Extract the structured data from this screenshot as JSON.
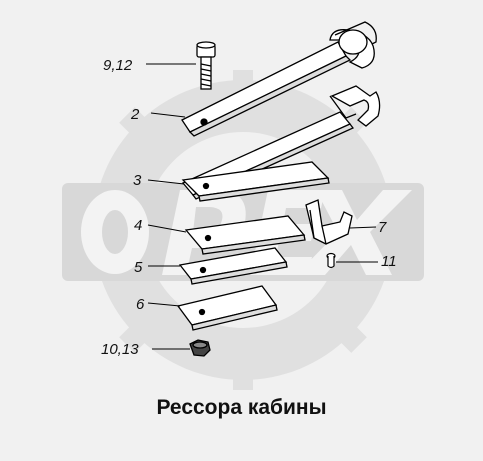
{
  "caption": "Рессора кабины",
  "watermark": "ОРЕХ",
  "callouts": {
    "c1": "9,12",
    "c2": "2",
    "c3": "3",
    "c4": "4",
    "c5": "5",
    "c6": "6",
    "c7": "7",
    "c8": "11",
    "c9": "10,13"
  }
}
